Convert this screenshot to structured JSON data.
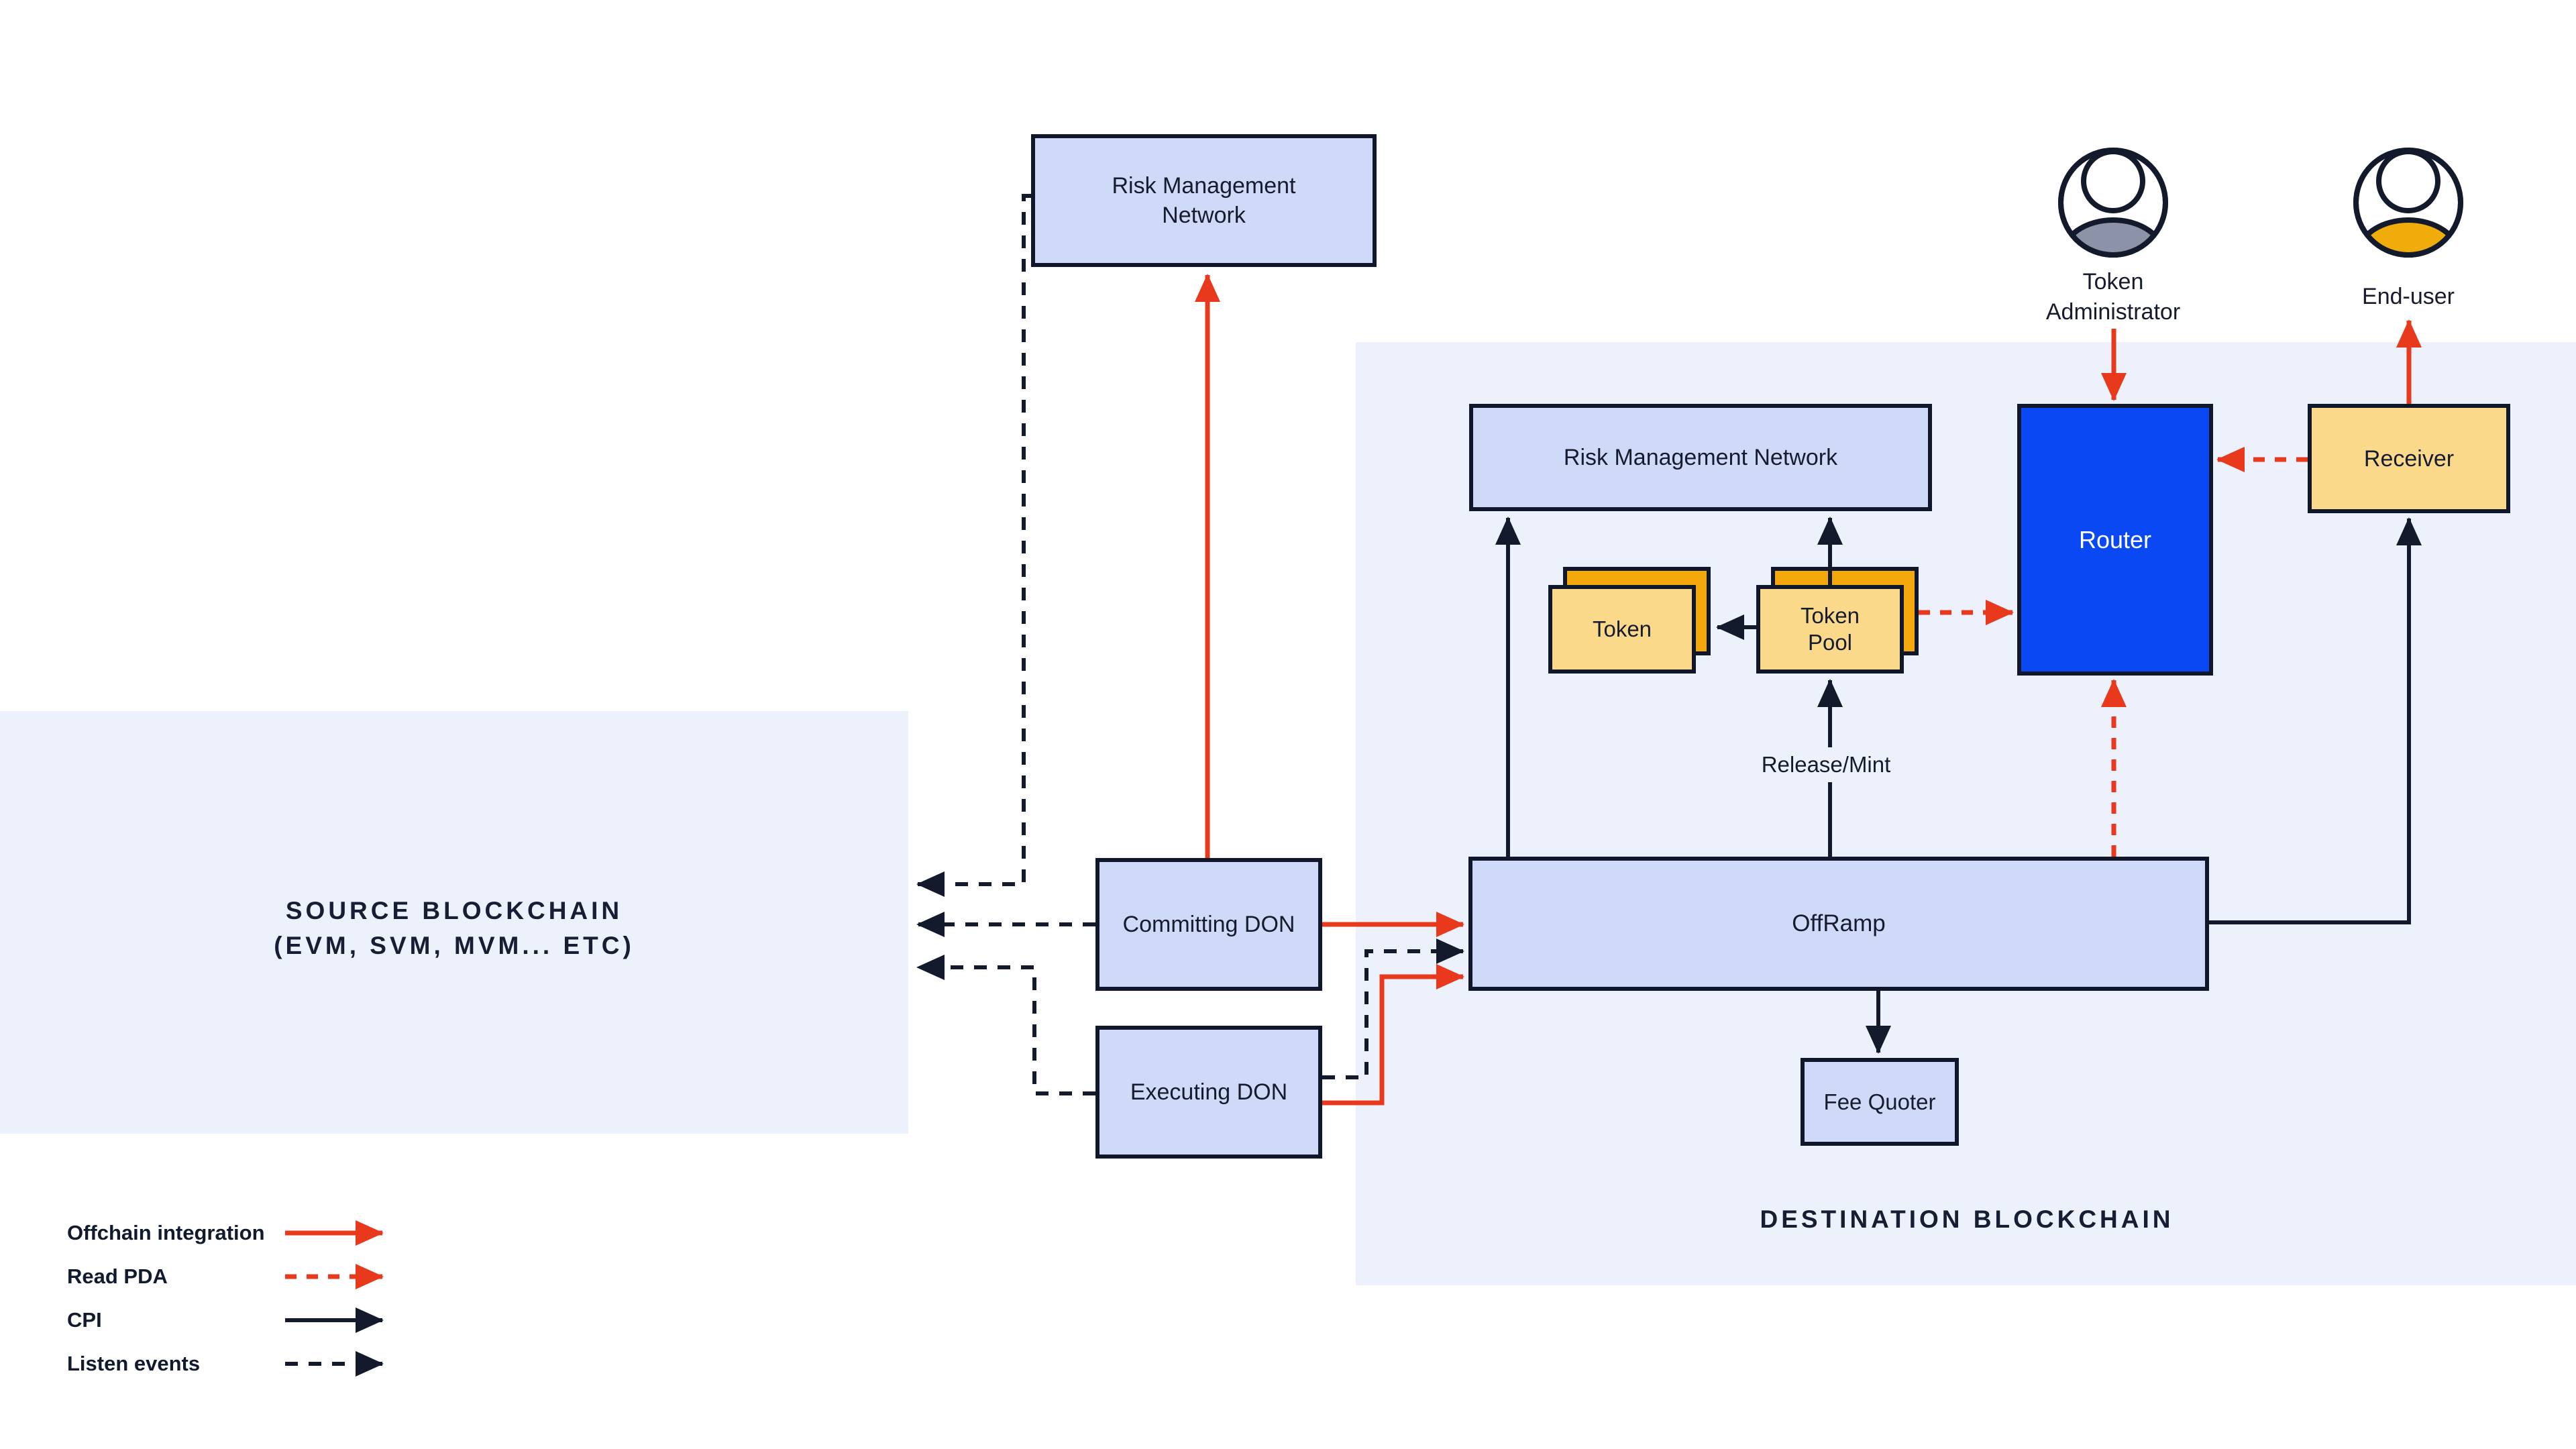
{
  "diagram": {
    "source_panel": {
      "title_line1": "SOURCE BLOCKCHAIN",
      "title_line2": "(EVM, SVM, MVM... ETC)"
    },
    "destination_panel": {
      "title": "DESTINATION BLOCKCHAIN"
    },
    "nodes": {
      "rmn_top": {
        "label_line1": "Risk Management",
        "label_line2": "Network"
      },
      "committing_don": {
        "label": "Committing DON"
      },
      "executing_don": {
        "label": "Executing DON"
      },
      "rmn_destination": {
        "label": "Risk Management Network"
      },
      "token": {
        "label": "Token"
      },
      "token_pool": {
        "label_line1": "Token",
        "label_line2": "Pool"
      },
      "router": {
        "label": "Router"
      },
      "receiver": {
        "label": "Receiver"
      },
      "offramp": {
        "label": "OffRamp"
      },
      "fee_quoter": {
        "label": "Fee Quoter"
      }
    },
    "actors": {
      "token_administrator": {
        "label_line1": "Token",
        "label_line2": "Administrator"
      },
      "end_user": {
        "label": "End-user"
      }
    },
    "edge_labels": {
      "release_mint": "Release/Mint"
    },
    "legend": {
      "items": [
        {
          "label": "Offchain integration",
          "line": "solid",
          "color": "#E8391D"
        },
        {
          "label": "Read PDA",
          "line": "dashed",
          "color": "#E8391D"
        },
        {
          "label": "CPI",
          "line": "solid",
          "color": "#131A2C"
        },
        {
          "label": "Listen events",
          "line": "dashed",
          "color": "#131A2C"
        }
      ]
    },
    "colors": {
      "offchain_red": "#E8391D",
      "navy": "#131A2C",
      "node_fill": "#CFDAF8",
      "panel_fill": "#EDF1FC",
      "token_yellow": "#FBD98B",
      "token_orange": "#F5A80B",
      "router_blue": "#0948F2",
      "avatar_gray": "#8C93A9",
      "avatar_yellow": "#F0AC0A"
    }
  }
}
